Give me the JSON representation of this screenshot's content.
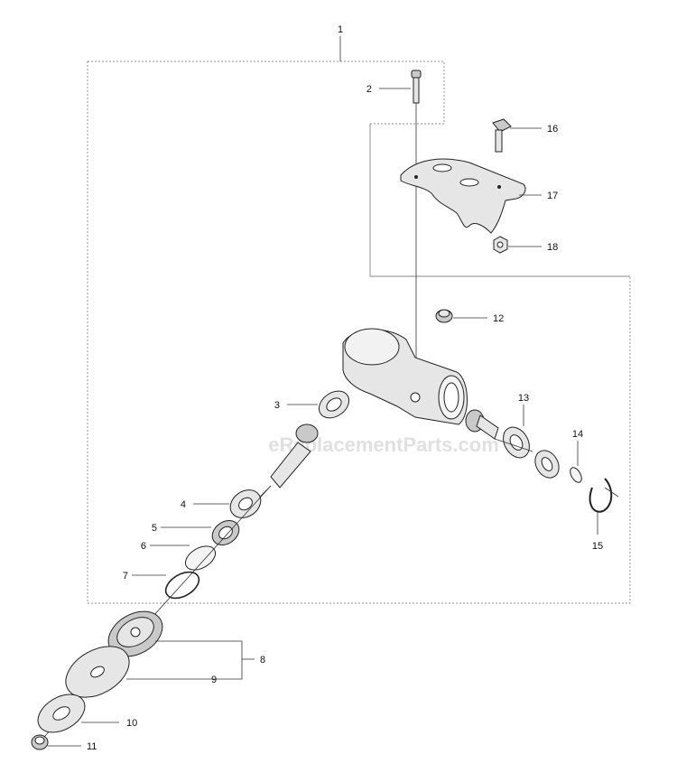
{
  "watermark": "eReplacementParts.com",
  "callouts": [
    {
      "id": "1",
      "text": "1"
    },
    {
      "id": "2",
      "text": "2"
    },
    {
      "id": "3",
      "text": "3"
    },
    {
      "id": "4",
      "text": "4"
    },
    {
      "id": "5",
      "text": "5"
    },
    {
      "id": "6",
      "text": "6"
    },
    {
      "id": "7",
      "text": "7"
    },
    {
      "id": "8",
      "text": "8"
    },
    {
      "id": "9",
      "text": "9"
    },
    {
      "id": "10",
      "text": "10"
    },
    {
      "id": "11",
      "text": "11"
    },
    {
      "id": "12",
      "text": "12"
    },
    {
      "id": "13",
      "text": "13"
    },
    {
      "id": "14",
      "text": "14"
    },
    {
      "id": "15",
      "text": "15"
    },
    {
      "id": "16",
      "text": "16"
    },
    {
      "id": "17",
      "text": "17"
    },
    {
      "id": "18",
      "text": "18"
    }
  ]
}
